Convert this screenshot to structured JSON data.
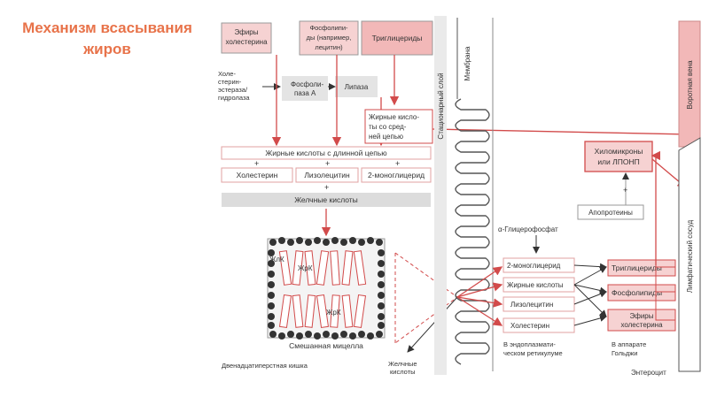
{
  "title": {
    "line1": "Механизм всасывания",
    "line2": "жиров"
  },
  "top_boxes": {
    "cholesterol_esters": [
      "Эфиры",
      "холестерина"
    ],
    "phospholipids": [
      "Фосфолипи-",
      "ды (например,",
      "лецитин)"
    ],
    "triglycerides": "Триглицериды"
  },
  "enzymes": {
    "cholesterol_esterase": [
      "Холе-",
      "стерин-",
      "эстераза/",
      "гидролаза"
    ],
    "phospholipase": [
      "Фосфоли-",
      "паза А"
    ],
    "lipase": "Липаза"
  },
  "medium_chain_fa": [
    "Жирные кисло-",
    "ты со сред-",
    "ней цепью"
  ],
  "long_chain_fa": "Жирные кислоты с длинной цепью",
  "products": {
    "cholesterol": "Холестерин",
    "lysolecithin": "Лизолецитин",
    "monoglyceride": "2-моноглицерид"
  },
  "bile_acids": "Желчные кислоты",
  "plus": "+",
  "micelle": {
    "label": "Смешанная мицелла",
    "zhk": "ЖлК",
    "zhrk1": "ЖрК",
    "zhrk2": "ЖрК"
  },
  "duodenum": "Двенадцатиперстная кишка",
  "bile_acids_bottom": [
    "Желчные",
    "кислоты"
  ],
  "stationary_layer": "Стационарный слой",
  "membrane": "Мембрана",
  "alpha_glycerophosphate": "α-Глицерофосфат",
  "er_items": [
    "2-моноглицерид",
    "Жирные кислоты",
    "Лизолецитин",
    "Холестерин"
  ],
  "er_label": [
    "В эндоплазмати-",
    "ческом ретикулуме"
  ],
  "golgi_items": [
    "Триглицериды",
    "Фосфолипиды",
    "Эфиры",
    "холестерина"
  ],
  "golgi_label": [
    "В аппарате",
    "Гольджи"
  ],
  "apoproteins": "Апопротеины",
  "chylomicrons": [
    "Хиломикроны",
    "или ЛПОНП"
  ],
  "enterocyte": "Энтероцит",
  "portal_vein": "Воротная вена",
  "lymph_vessel": "Лимфатический сосуд",
  "colors": {
    "accent": "#e8734a",
    "pink": "#f6d2d2",
    "red": "#d24b4b",
    "gray": "#dcdcdc"
  }
}
